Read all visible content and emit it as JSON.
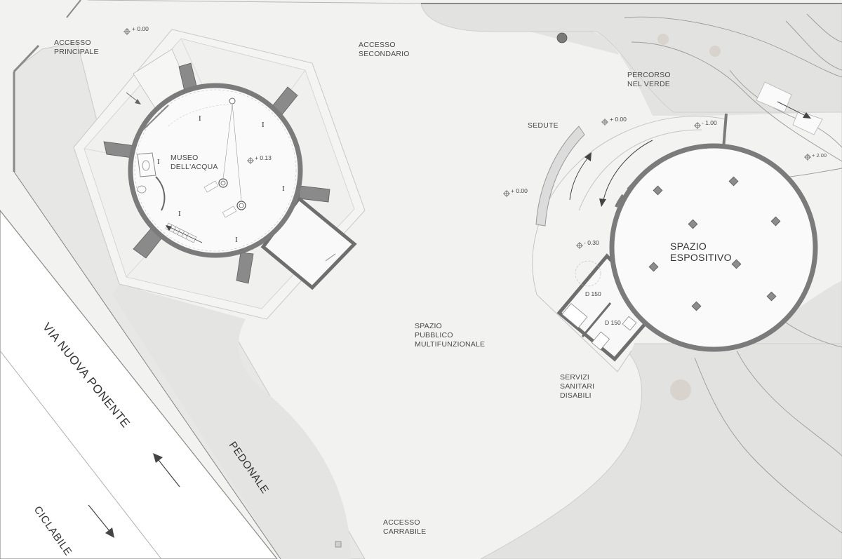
{
  "labels": {
    "accesso_principale": [
      "ACCESSO",
      "PRINCIPALE"
    ],
    "accesso_secondario": [
      "ACCESSO",
      "SECONDARIO"
    ],
    "percorso_nel_verde": [
      "PERCORSO",
      "NEL VERDE"
    ],
    "sedute": "SEDUTE",
    "museo": [
      "MUSEO",
      "DELL'ACQUA"
    ],
    "spazio_espositivo": [
      "SPAZIO",
      "ESPOSITIVO"
    ],
    "spazio_pubblico": [
      "SPAZIO",
      "PUBBLICO",
      "MULTIFUNZIONALE"
    ],
    "servizi": [
      "SERVIZI",
      "SANITARI",
      "DISABILI"
    ],
    "accesso_carrabile": [
      "ACCESSO",
      "CARRABILE"
    ],
    "via": "VIA NUOVA PONENTE",
    "pedonale": "PEDONALE",
    "ciclabile": "CICLABILE"
  },
  "levels": {
    "l1": "+ 0.00",
    "l2": "+ 0.13",
    "l3": "+ 0.00",
    "l4": "- 1.00",
    "l5": "+ 0.00",
    "l6": "- 0.30",
    "l7": "+ 2.00"
  },
  "doors": {
    "d1": "D 150",
    "d2": "D 150"
  },
  "colors": {
    "background": "#f2f2f1",
    "green": "#e6e7e5",
    "road": "#ffffff",
    "wall": "#8a8a8a",
    "column": "#7a7a7a",
    "tree": "#d6d2cc"
  }
}
